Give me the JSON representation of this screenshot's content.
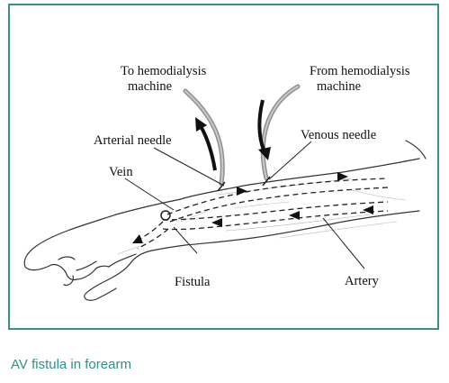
{
  "figure": {
    "labels": {
      "to_machine_line1": "To hemodialysis",
      "to_machine_line2": "machine",
      "from_machine_line1": "From hemodialysis",
      "from_machine_line2": "machine",
      "arterial_needle": "Arterial needle",
      "venous_needle": "Venous needle",
      "vein": "Vein",
      "fistula": "Fistula",
      "artery": "Artery"
    },
    "colors": {
      "border": "#3a8f86",
      "caption": "#2f8f8a",
      "tube": "#9a9a9a",
      "arrow": "#111111"
    }
  },
  "caption": "AV fistula in forearm"
}
